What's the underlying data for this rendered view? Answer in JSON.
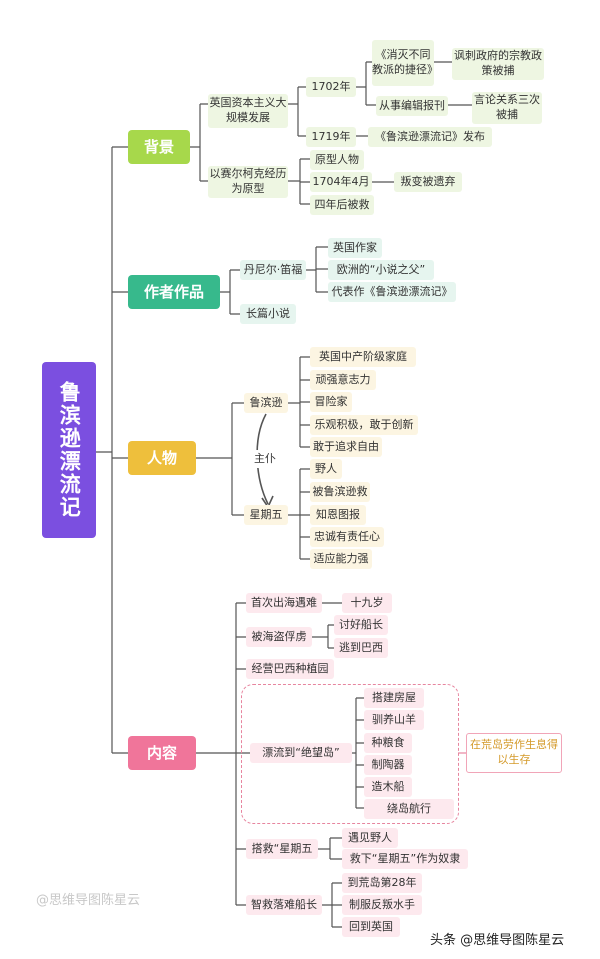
{
  "root": {
    "title": "鲁滨逊漂流记"
  },
  "branches": {
    "background": {
      "label": "背景",
      "cause1": "英国资本主义大规模发展",
      "y1702": "1702年",
      "book": "《消灭不同教派的捷径》",
      "book_result": "讽刺政府的宗教政策被捕",
      "editor": "从事编辑报刊",
      "editor_result": "言论关系三次被捕",
      "y1719": "1719年",
      "publish": "《鲁滨逊漂流记》发布",
      "cause2": "以赛尔柯克经历为原型",
      "prototype": "原型人物",
      "y1704": "1704年4月",
      "mutiny": "叛变被遗弃",
      "rescued": "四年后被救"
    },
    "author": {
      "label": "作者作品",
      "name": "丹尼尔·笛福",
      "writer": "英国作家",
      "father": "欧洲的“小说之父”",
      "work": "代表作《鲁滨逊漂流记》",
      "novel": "长篇小说"
    },
    "characters": {
      "label": "人物",
      "robinson": "鲁滨逊",
      "r_traits": [
        "英国中产阶级家庭",
        "顽强意志力",
        "冒险家",
        "乐观积极，敢于创新",
        "敢于追求自由"
      ],
      "relation": "主仆",
      "friday": "星期五",
      "f_traits": [
        "野人",
        "被鲁滨逊救",
        "知恩图报",
        "忠诚有责任心",
        "适应能力强"
      ]
    },
    "content": {
      "label": "内容",
      "shipwreck": "首次出海遇难",
      "age": "十九岁",
      "pirates": "被海盗俘虏",
      "please_captain": "讨好船长",
      "flee_brazil": "逃到巴西",
      "plantation": "经营巴西种植园",
      "island": "漂流到“绝望岛”",
      "island_tasks": [
        "搭建房屋",
        "驯养山羊",
        "种粮食",
        "制陶器",
        "造木船",
        "绕岛航行"
      ],
      "survival": "在荒岛劳作生息得以生存",
      "rescue_friday": "搭救“星期五",
      "meet_savage": "遇见野人",
      "save_friday": "救下“星期五”作为奴隶",
      "captain": "智救落难船长",
      "year28": "到荒岛第28年",
      "subdue": "制服反叛水手",
      "home": "回到英国"
    }
  },
  "watermarks": {
    "left": "@思维导图陈星云",
    "right": "头条 @思维导图陈星云"
  },
  "colors": {
    "root": "#7b4fe0",
    "background": "#a7d84b",
    "author": "#37b98c",
    "characters": "#eebf3c",
    "content": "#f0759a",
    "line": "#555555"
  }
}
